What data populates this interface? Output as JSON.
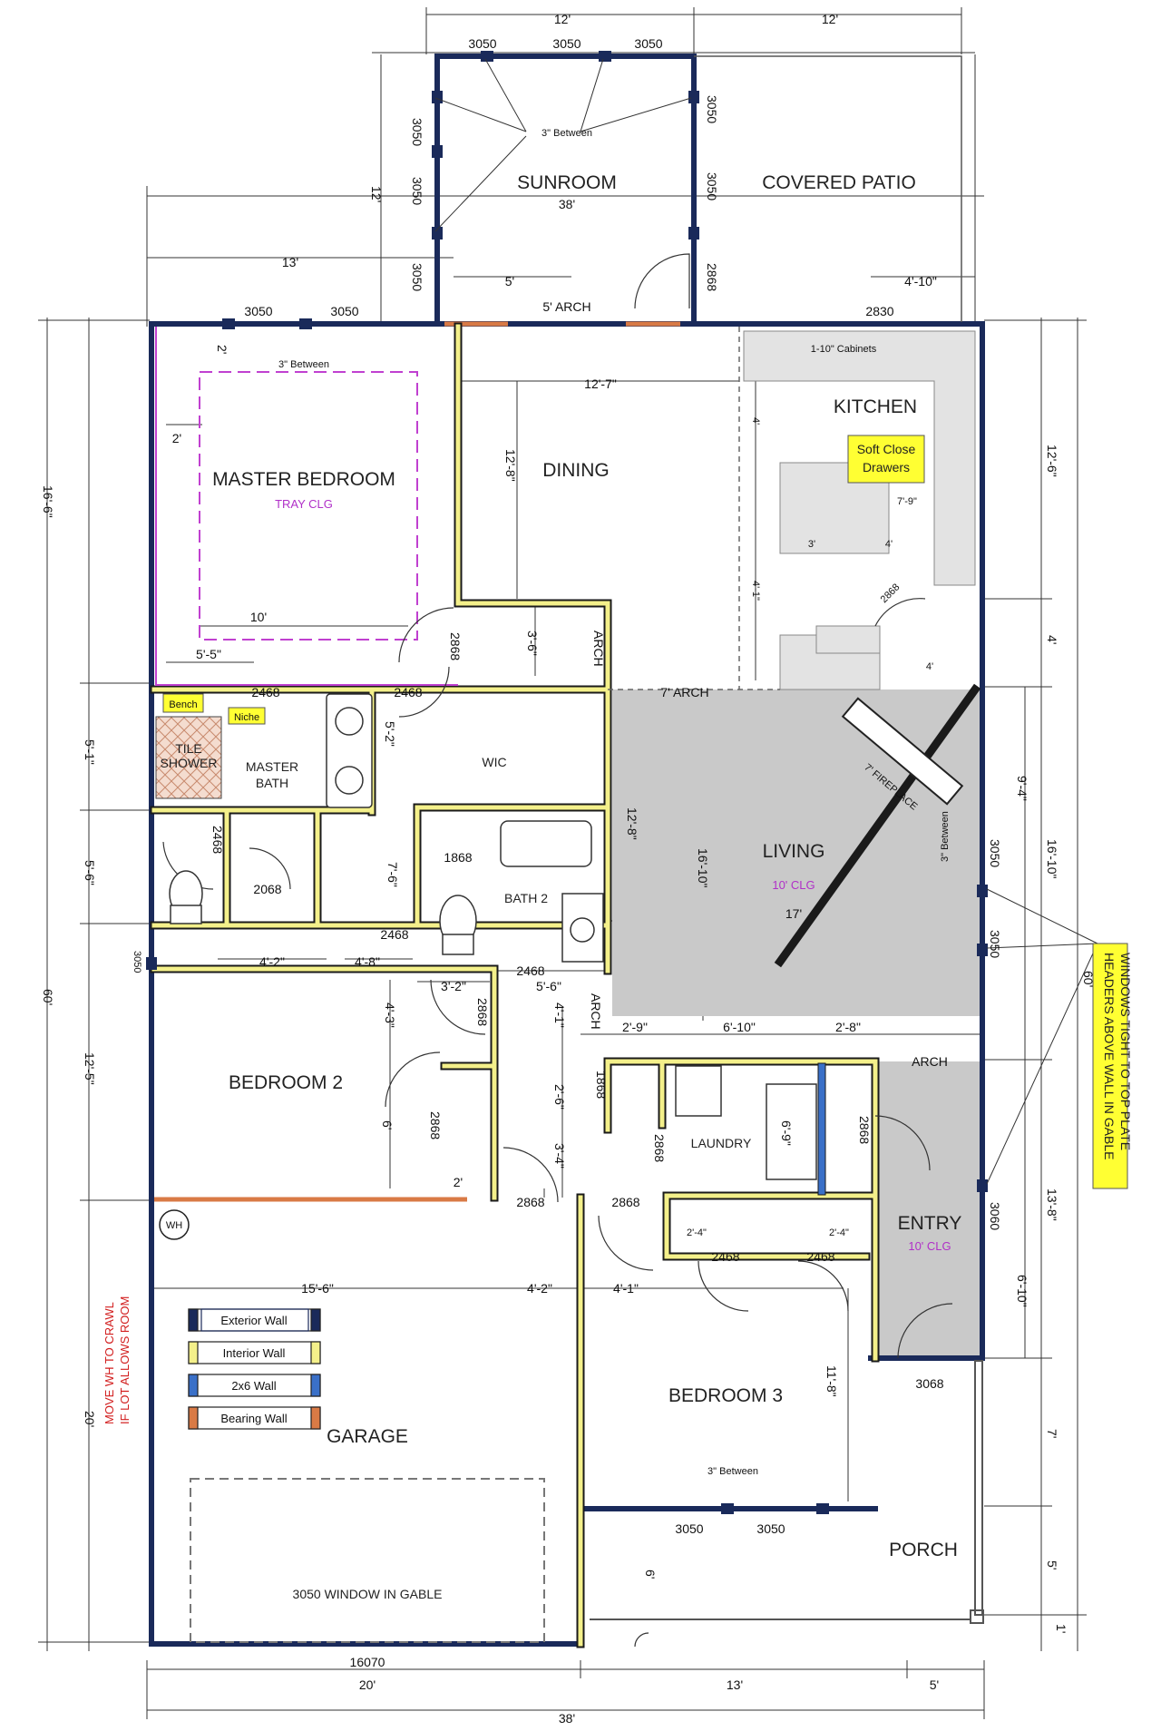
{
  "colors": {
    "exterior_wall": "#1a2a5a",
    "interior_wall": "#f4f08a",
    "wall_2x6": "#3a70c8",
    "bearing_wall": "#d97a45",
    "living_fill": "#c9c9c9",
    "tray_outline": "#c040d0",
    "note_purple": "#b030c8",
    "note_red": "#d21e1e",
    "callout_yellow": "#ffff33"
  },
  "rooms": {
    "sunroom": "SUNROOM",
    "covered_patio": "COVERED PATIO",
    "master_bedroom": "MASTER BEDROOM",
    "master_tray": "TRAY CLG",
    "dining": "DINING",
    "kitchen": "KITCHEN",
    "master_bath": "MASTER BATH",
    "tile_shower": "TILE SHOWER",
    "wic": "WIC",
    "bath2": "BATH 2",
    "living": "LIVING",
    "living_clg": "10' CLG",
    "bedroom2": "BEDROOM 2",
    "laundry": "LAUNDRY",
    "entry": "ENTRY",
    "entry_clg": "10' CLG",
    "bedroom3": "BEDROOM 3",
    "garage": "GARAGE",
    "porch": "PORCH"
  },
  "callouts": {
    "soft_close_1": "Soft Close",
    "soft_close_2": "Drawers",
    "bench": "Bench",
    "niche": "Niche",
    "headers_note_1": "HEADERS ABOVE WALL IN GABLE",
    "headers_note_2": "WINDOWS TIGHT TO TOP PLATE",
    "wh_note_1": "MOVE WH TO CRAWL",
    "wh_note_2": "IF LOT ALLOWS ROOM",
    "wh": "WH",
    "garage_window": "3050 WINDOW IN GABLE",
    "fireplace": "7' FIREPLACE",
    "cabinets": "1-10\" Cabinets"
  },
  "legend": [
    {
      "label": "Exterior Wall",
      "color": "#1a2a5a"
    },
    {
      "label": "Interior Wall",
      "color": "#f4f08a"
    },
    {
      "label": "2x6 Wall",
      "color": "#3a70c8"
    },
    {
      "label": "Bearing Wall",
      "color": "#d97a45"
    }
  ],
  "dims": {
    "top_12a": "12'",
    "top_12b": "12'",
    "sun_w1": "3050",
    "sun_w2": "3050",
    "sun_w3": "3050",
    "sun_between": "3\" Between",
    "sun_left1": "3050",
    "sun_left2": "3050",
    "sun_left3": "3050",
    "sun_right1": "3050",
    "sun_right2": "3050",
    "sun_door": "2868",
    "patio_door": "2830",
    "dim_38_top": "38'",
    "dim_12_v": "12'",
    "dim_13": "13'",
    "dim_5": "5'",
    "arch_5": "5' ARCH",
    "dim_4_10": "4'-10\"",
    "mb_w1": "3050",
    "mb_w2": "3050",
    "mb_between": "3\" Between",
    "dim_2a": "2'",
    "dim_2b": "2'",
    "dim_12_7": "12'-7\"",
    "dim_12_8": "12'-8\"",
    "dim_10": "10'",
    "dim_5_5": "5'-5\"",
    "mb_door": "2868",
    "dim_3_6": "3'-6\"",
    "arch_v": "ARCH",
    "kit_7_9": "7'-9\"",
    "kit_4": "4'",
    "kit_3": "3'",
    "kit_4a": "4'",
    "kit_4_1": "4'-1\"",
    "kit_4b": "4'",
    "kit_2868": "2868",
    "left_16_6": "16'-6\"",
    "left_60": "60'",
    "left_5_1": "5'-1\"",
    "left_5_6": "5'-6\"",
    "left_12_5": "12'-5\"",
    "left_20": "20'",
    "right_12_6": "12'-6\"",
    "right_4": "4'",
    "right_60": "60'",
    "right_16_10": "16'-10\"",
    "right_13_8": "13'-8\"",
    "right_7": "7'",
    "right_5": "5'",
    "right_1": "1'",
    "mbath_2468": "2468",
    "mbath_2468b": "2468",
    "wic_5_2": "5'-2\"",
    "arch_7": "7' ARCH",
    "mbath_2868": "2468",
    "mbath_2068": "2068",
    "bath2_1868": "1868",
    "dim_7_6": "7'-6\"",
    "dim_12_8b": "12'-8\"",
    "dim_16_10": "16'-10\"",
    "dim_17": "17'",
    "living_3050a": "3050",
    "living_3050b": "3050",
    "living_between": "3\" Between",
    "living_9_4": "9'-4\"",
    "hall_2468a": "2468",
    "hall_2468b": "2468",
    "dim_4_2": "4'-2\"",
    "dim_4_8": "4'-8\"",
    "dim_3_2": "3'-2\"",
    "dim_5_6": "5'-6\"",
    "hall_2868": "2868",
    "dim_4_3": "4'-3\"",
    "dim_4_1": "4'-1\"",
    "arch_h": "ARCH",
    "dim_2_9": "2'-9\"",
    "dim_6_10": "6'-10\"",
    "dim_2_8": "2'-8\"",
    "arch_entry": "ARCH",
    "laundry_1868": "1868",
    "dim_2_6": "2'-6\"",
    "dim_6_9": "6'-9\"",
    "bed2_2868": "2868",
    "dim_6": "6'",
    "dim_2": "2'",
    "dim_3_4": "3'-4\"",
    "laundry_2868": "2868",
    "entry_2868": "2868",
    "bed2_3050": "3050",
    "gar_2868": "2868",
    "bed3_2868": "2868",
    "bed3_2468a": "2468",
    "bed3_2468b": "2468",
    "entry_3060": "3060",
    "dim_15_6": "15'-6\"",
    "dim_4_2b": "4'-2\"",
    "dim_4_1b": "4'-1\"",
    "dim_6_10b": "6'-10\"",
    "dim_11_8": "11'-8\"",
    "entry_door": "3068",
    "bed3_3050a": "3050",
    "bed3_3050b": "3050",
    "bed3_between": "3\" Between",
    "porch_6": "6'",
    "garage_door": "16070",
    "bot_20": "20'",
    "bot_13": "13'",
    "bot_5": "5'",
    "bot_38": "38'",
    "wall_2_4a": "2'-4\"",
    "wall_2_4b": "2'-4\""
  }
}
